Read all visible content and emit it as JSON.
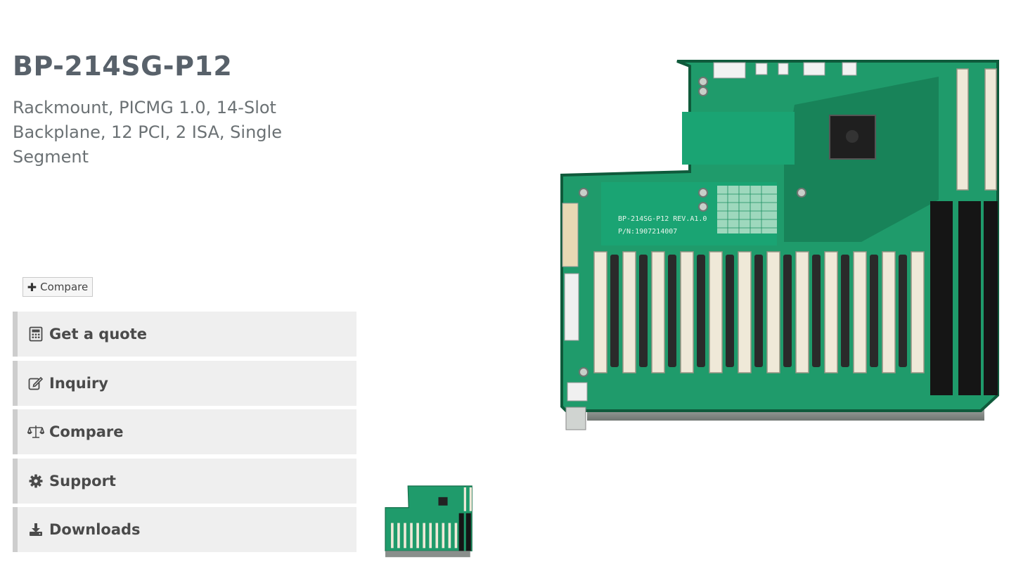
{
  "product": {
    "title": "BP-214SG-P12",
    "description": "Rackmount, PICMG 1.0, 14-Slot Backplane, 12 PCI, 2 ISA, Single Segment"
  },
  "compare_button": {
    "label": "Compare",
    "icon": "plus-icon"
  },
  "actions": [
    {
      "label": "Get a quote",
      "icon": "calculator-icon"
    },
    {
      "label": "Inquiry",
      "icon": "edit-icon"
    },
    {
      "label": "Compare",
      "icon": "balance-scale-icon"
    },
    {
      "label": "Support",
      "icon": "gear-icon"
    },
    {
      "label": "Downloads",
      "icon": "download-icon"
    }
  ],
  "board": {
    "model_print": "BP-214SG-P12   REV.A1.0",
    "pn_print": "P/N:1907214007"
  },
  "colors": {
    "pcb_green": "#1f9b6b",
    "pcb_dark": "#167a52",
    "action_bg": "#efefef",
    "action_border": "#cdcdcd",
    "title": "#58616a"
  }
}
